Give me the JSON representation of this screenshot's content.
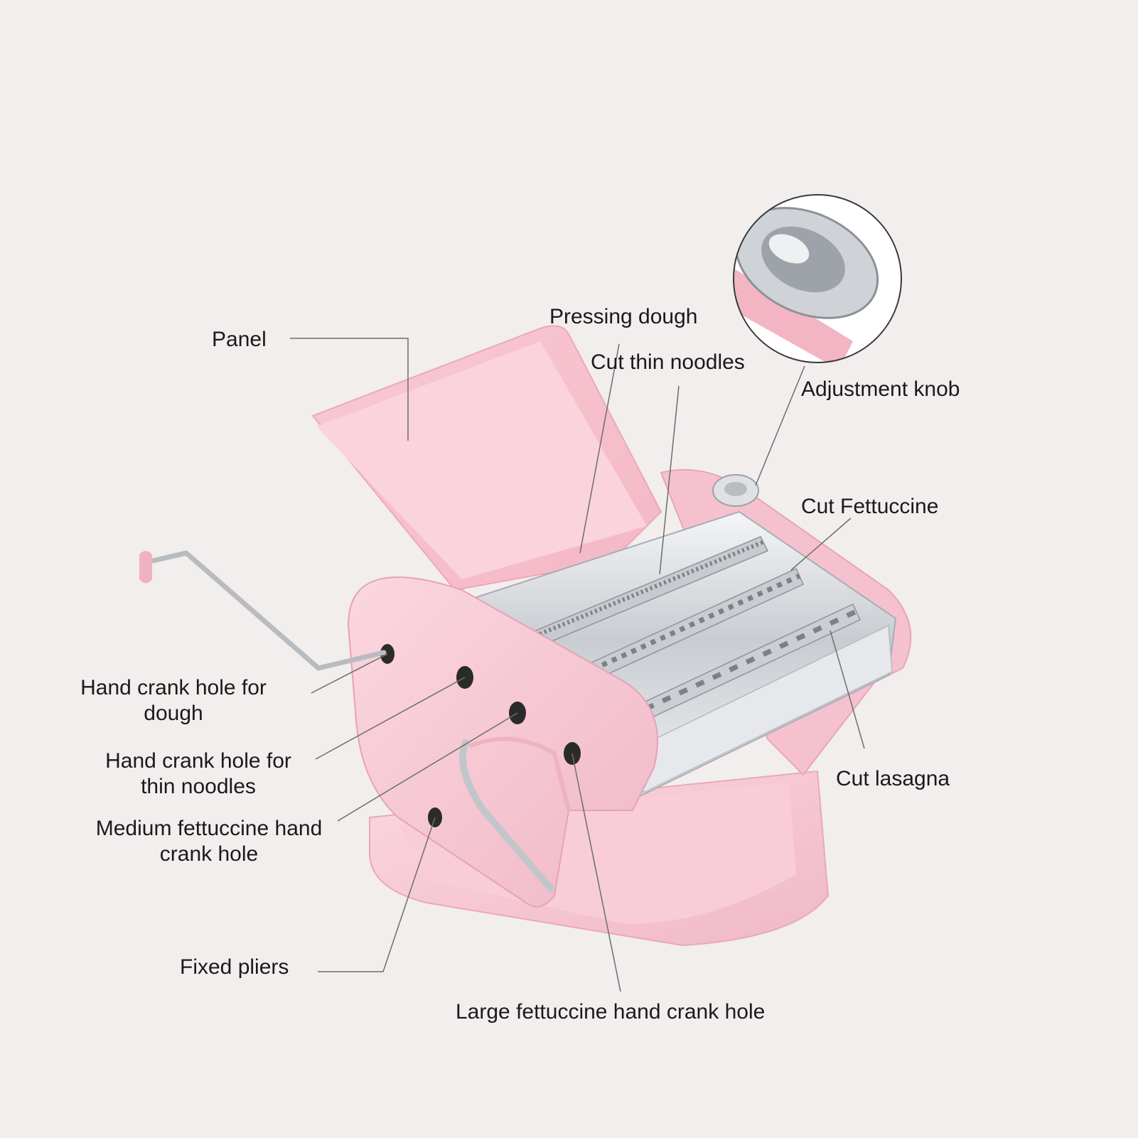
{
  "colors": {
    "background": "#f1eeed",
    "machine_pink": "#f6c7d2",
    "machine_pink_dark": "#e9a9b9",
    "steel": "#d9dce0",
    "leader_line": "#6d6d6d"
  },
  "labels": {
    "panel": "Panel",
    "pressing_dough": "Pressing dough",
    "cut_thin_noodles": "Cut thin noodles",
    "adjustment_knob": "Adjustment knob",
    "cut_fettuccine": "Cut Fettuccine",
    "cut_lasagna": "Cut lasagna",
    "crank_hole_dough": [
      "Hand crank hole for",
      "dough"
    ],
    "crank_hole_thin_noodles": [
      "Hand crank hole for",
      "thin noodles"
    ],
    "crank_hole_medium": [
      "Medium fettuccine hand",
      "crank hole"
    ],
    "fixed_pliers": "Fixed pliers",
    "crank_hole_large": "Large fettuccine hand crank hole"
  }
}
